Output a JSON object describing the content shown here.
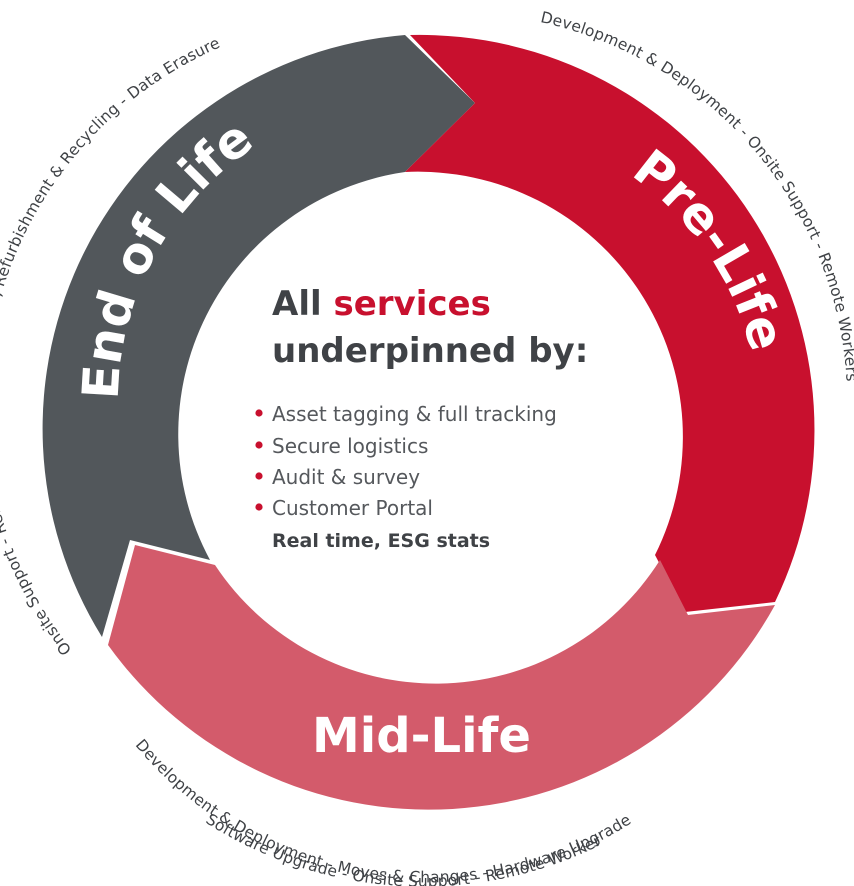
{
  "segments": {
    "pre_life": {
      "label": "Pre-Life",
      "color": "#c8102e"
    },
    "mid_life": {
      "label": "Mid-Life",
      "color": "#d35b6b"
    },
    "end_of_life": {
      "label": "End of Life",
      "color": "#52575b"
    }
  },
  "outer_labels": {
    "end_of_life_services": "Onsite Support - Remote Workers - Destruction, Refurbishment & Recycling - Data Erasure",
    "pre_life_services": "Development & Deployment - Onsite Support - Remote Workers",
    "mid_life_line1": "Development & Deployment - Moves & Changes - Hardware Upgrade",
    "mid_life_line2": "Software Upgrade - Onsite Support - Remote Worker"
  },
  "center": {
    "title_part1": "All ",
    "title_accent": "services",
    "title_line2": "underpinned by:",
    "bullets": [
      "Asset tagging & full tracking",
      "Secure logistics",
      "Audit & survey",
      "Customer Portal"
    ],
    "bold_line": "Real time, ESG stats"
  }
}
